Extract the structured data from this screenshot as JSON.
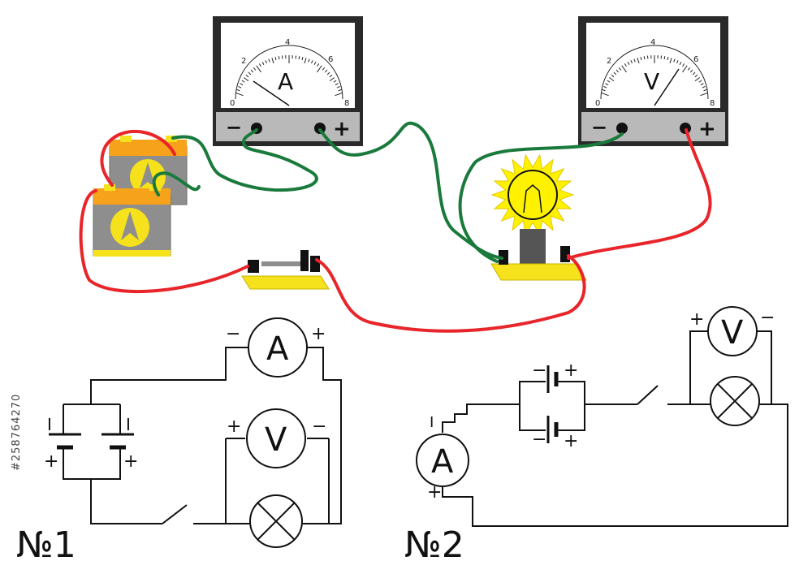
{
  "ammeter": {
    "symbol": "A",
    "scale": [
      "0",
      "2",
      "4",
      "6",
      "8"
    ],
    "minus": "−",
    "plus": "+"
  },
  "voltmeter": {
    "symbol": "V",
    "scale": [
      "0",
      "2",
      "4",
      "6",
      "8"
    ],
    "minus": "−",
    "plus": "+"
  },
  "schematic1": {
    "label": "№1",
    "ammeter_symbol": "A",
    "voltmeter_symbol": "V",
    "minus": "−",
    "plus": "+"
  },
  "schematic2": {
    "label": "№2",
    "ammeter_symbol": "A",
    "voltmeter_symbol": "V",
    "minus": "−",
    "plus": "+"
  },
  "stock_id": "#258764270",
  "colors": {
    "wire_red": "#e8252a",
    "wire_green": "#1a7a3c",
    "battery_orange": "#f7a21b",
    "battery_yellow": "#f5e11c",
    "battery_gray": "#8e8e8e",
    "meter_dark": "#2a2a2a",
    "meter_panel": "#b9b9b9",
    "bulb_yellow": "#fff200"
  }
}
